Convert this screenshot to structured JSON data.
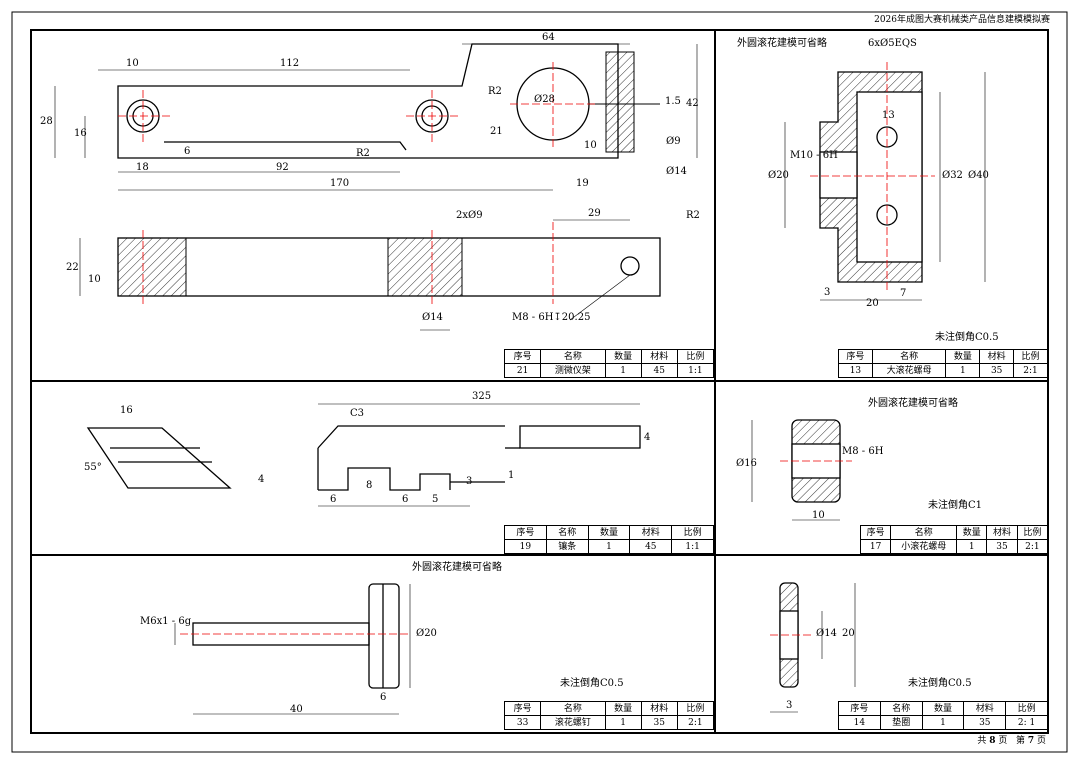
{
  "header": {
    "title": "2026年成图大赛机械类产品信息建模模拟赛"
  },
  "pager": {
    "total_prefix": "共",
    "total": "8",
    "total_suffix": "页",
    "current_prefix": "第",
    "current": "7",
    "current_suffix": "页"
  },
  "table_headers": [
    "序号",
    "名称",
    "数量",
    "材料",
    "比例"
  ],
  "parts": [
    {
      "id": "part21",
      "row": [
        "21",
        "测微仪架",
        "1",
        "45",
        "1:1"
      ]
    },
    {
      "id": "part13",
      "row": [
        "13",
        "大滚花螺母",
        "1",
        "35",
        "2:1"
      ]
    },
    {
      "id": "part19",
      "row": [
        "19",
        "镶条",
        "1",
        "45",
        "1:1"
      ]
    },
    {
      "id": "part17",
      "row": [
        "17",
        "小滚花螺母",
        "1",
        "35",
        "2:1"
      ]
    },
    {
      "id": "part33",
      "row": [
        "33",
        "滚花螺钉",
        "1",
        "35",
        "2:1"
      ]
    },
    {
      "id": "part14",
      "row": [
        "14",
        "垫圈",
        "1",
        "35",
        "2: 1"
      ]
    }
  ],
  "notes": {
    "knurl_note": "外圆滚花建模可省略",
    "chamfer_c05": "未注倒角C0.5",
    "chamfer_c1": "未注倒角C1"
  },
  "dims": {
    "p21": {
      "d64": "64",
      "d10": "10",
      "d112": "112",
      "r2a": "R2",
      "phi28": "Ø28",
      "d15": "1.5",
      "d42": "42",
      "d28": "28",
      "d16": "16",
      "d6": "6",
      "r2b": "R2",
      "d21": "21",
      "d10b": "10",
      "phi9": "Ø9",
      "d18": "18",
      "d92": "92",
      "d19": "19",
      "phi14": "Ø14",
      "d170": "170",
      "twophi9": "2xØ9",
      "d29": "29",
      "r2c": "R2",
      "d22": "22",
      "d10c": "10",
      "phi14b": "Ø14",
      "m8": "M8 - 6H↧20.25"
    },
    "p13": {
      "sixeqs": "6xØ5EQS",
      "d13": "13",
      "phi20": "Ø20",
      "m10": "M10 - 6H",
      "phi32": "Ø32",
      "phi40": "Ø40",
      "d3": "3",
      "d20": "20",
      "d7": "7"
    },
    "p19": {
      "d16": "16",
      "ang": "55°",
      "c3": "C3",
      "d325": "325",
      "d4a": "4",
      "d4b": "4",
      "d8": "8",
      "d6a": "6",
      "d6b": "6",
      "d5": "5",
      "d3": "3",
      "d1": "1"
    },
    "p17": {
      "phi16": "Ø16",
      "m8": "M8 - 6H",
      "d10": "10"
    },
    "p33": {
      "m6": "M6x1 - 6g",
      "phi20": "Ø20",
      "d6": "6",
      "d40": "40"
    },
    "p14": {
      "phi14": "Ø14",
      "d20": "20",
      "d3": "3"
    }
  }
}
